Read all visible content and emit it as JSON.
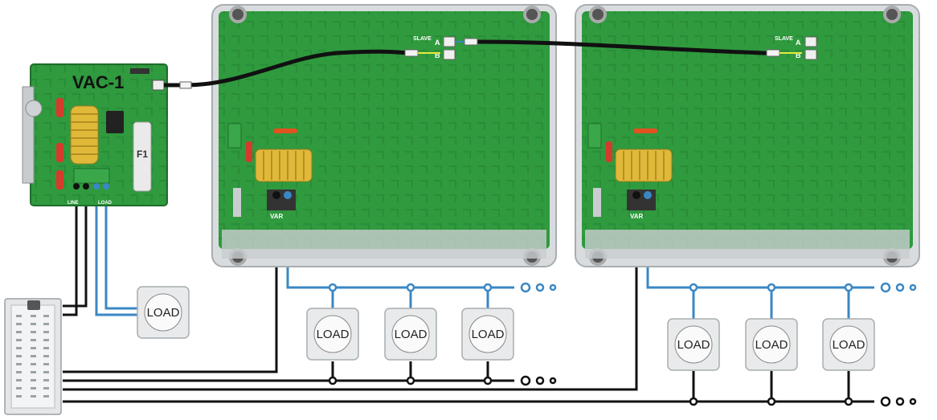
{
  "vac_module": {
    "title": "VAC-1",
    "fuse_label": "F1",
    "terminal_left_label": "LINE",
    "terminal_right_label": "LOAD"
  },
  "dimmer_modules": [
    {
      "slave_label": "SLAVE",
      "port_a": "A",
      "port_b": "B",
      "terminal_label": "VAR"
    },
    {
      "slave_label": "SLAVE",
      "port_a": "A",
      "port_b": "B",
      "terminal_label": "VAR"
    }
  ],
  "loads": {
    "label": "LOAD",
    "vac_load_count": 1,
    "module1_load_count": 3,
    "module2_load_count": 3
  },
  "colors": {
    "pcb_green": "#2f9a3e",
    "enclosure_gray": "#d9dcde",
    "neutral_wire": "#3a87c4",
    "line_wire": "#111111",
    "fuse_coil": "#e0b93a"
  }
}
